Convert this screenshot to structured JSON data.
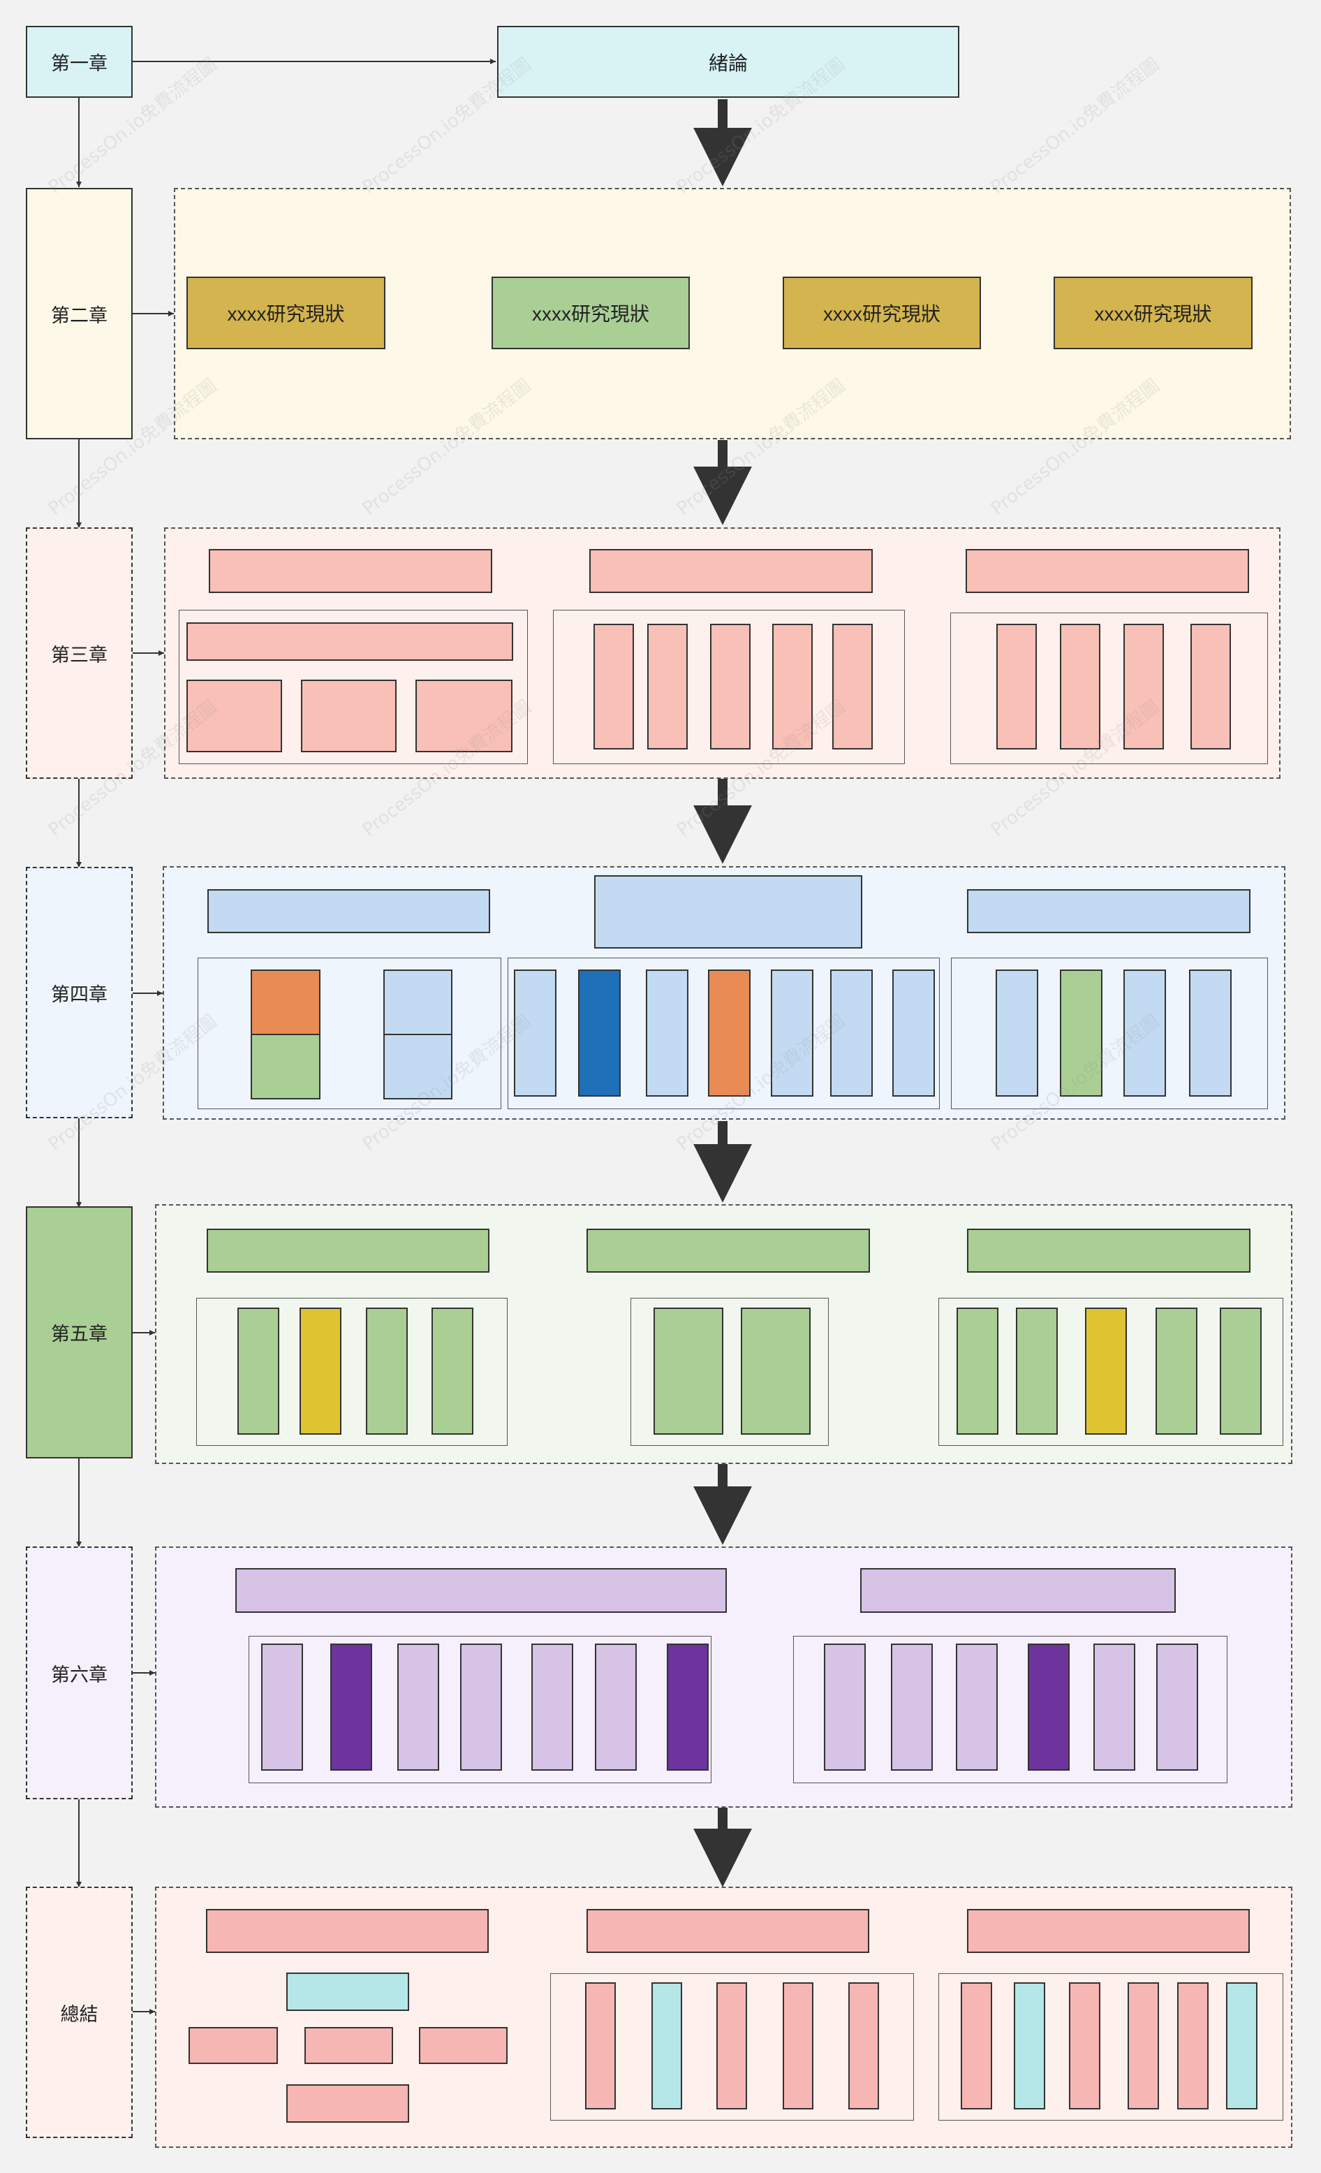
{
  "chapters": {
    "c1": "第一章",
    "c2": "第二章",
    "c3": "第三章",
    "c4": "第四章",
    "c5": "第五章",
    "c6": "第六章",
    "c7": "總結"
  },
  "intro": {
    "title": "緒論"
  },
  "chapter2": {
    "steps": [
      "xxxx研究現狀",
      "xxxx研究現狀",
      "xxxx研究現狀",
      "xxxx研究現狀"
    ]
  },
  "watermark": {
    "text": "ProcessOn.io免費流程圖"
  },
  "colors": {
    "yellow_frame": "#fdf8e7",
    "pink_frame": "#fef0ec",
    "blue_frame": "#eef5fd",
    "green_frame": "#f1f7ee",
    "purple_frame": "#f5f0fb",
    "salmon": "#f8c0b6",
    "light_blue": "#c3dbf2",
    "dark_blue": "#1e70b8",
    "orange": "#e88b55",
    "green": "#a9cf95",
    "gold": "#e0c331",
    "lavender": "#d6c3e5",
    "dark_purple": "#6e339c",
    "pink": "#f6b6b4",
    "cyan": "#b5e6e8",
    "olive_gold": "#d3b44e"
  }
}
